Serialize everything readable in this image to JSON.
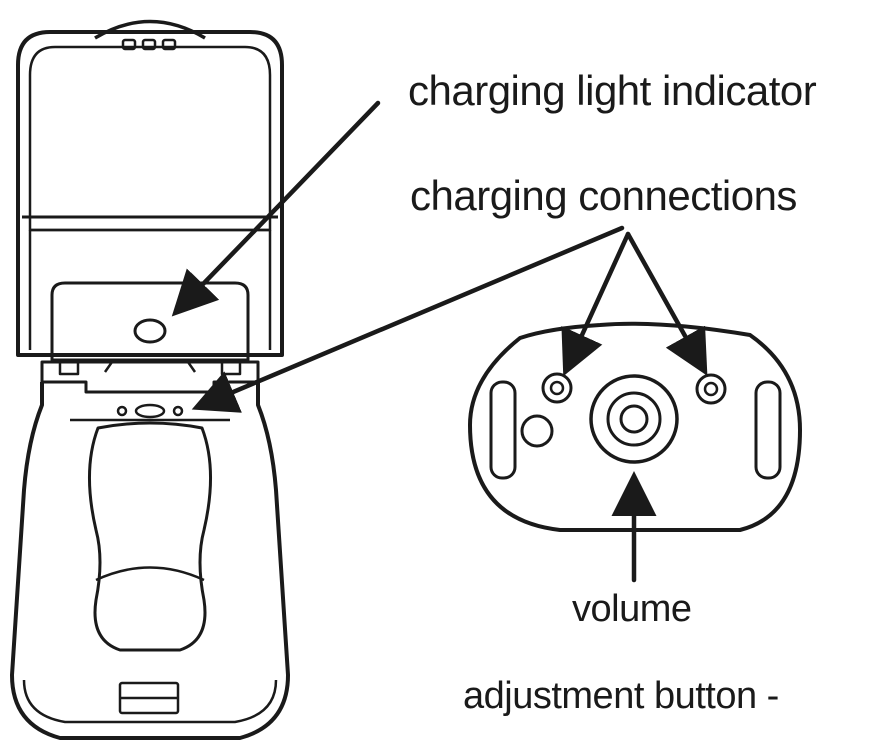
{
  "labels": {
    "charging_light_indicator": "charging light indicator",
    "charging_connections": "charging connections",
    "volume": "volume",
    "adjustment_button": "adjustment button -"
  },
  "colors": {
    "line": "#1a1a1a",
    "background": "#ffffff"
  }
}
